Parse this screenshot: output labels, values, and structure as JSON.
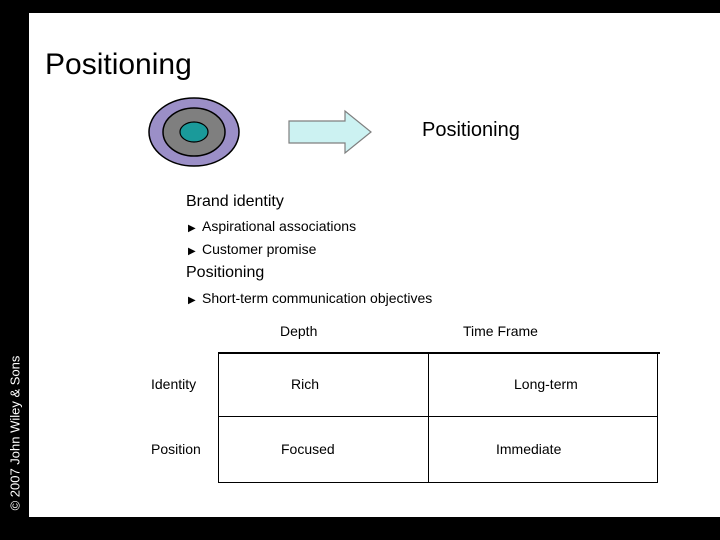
{
  "slide": {
    "copyright": "© 2007 John Wiley & Sons",
    "title": "Positioning",
    "diagram": {
      "target_label": "Positioning",
      "colors": {
        "outer_ring": "#9b8fc7",
        "middle_ring": "#7f7f7f",
        "inner_core": "#1a9a9a",
        "arrow_fill": "#ccf2f2"
      }
    },
    "sections": [
      {
        "heading": "Brand identity",
        "items": [
          "Aspirational associations",
          "Customer promise"
        ]
      },
      {
        "heading": "Positioning",
        "items": [
          "Short-term communication objectives"
        ]
      }
    ],
    "bullet_icon": "triangle-right-icon",
    "table": {
      "headers": [
        "Depth",
        "Time Frame"
      ],
      "rows": [
        {
          "label": "Identity",
          "depth": "Rich",
          "timeframe": "Long-term"
        },
        {
          "label": "Position",
          "depth": "Focused",
          "timeframe": "Immediate"
        }
      ]
    }
  }
}
